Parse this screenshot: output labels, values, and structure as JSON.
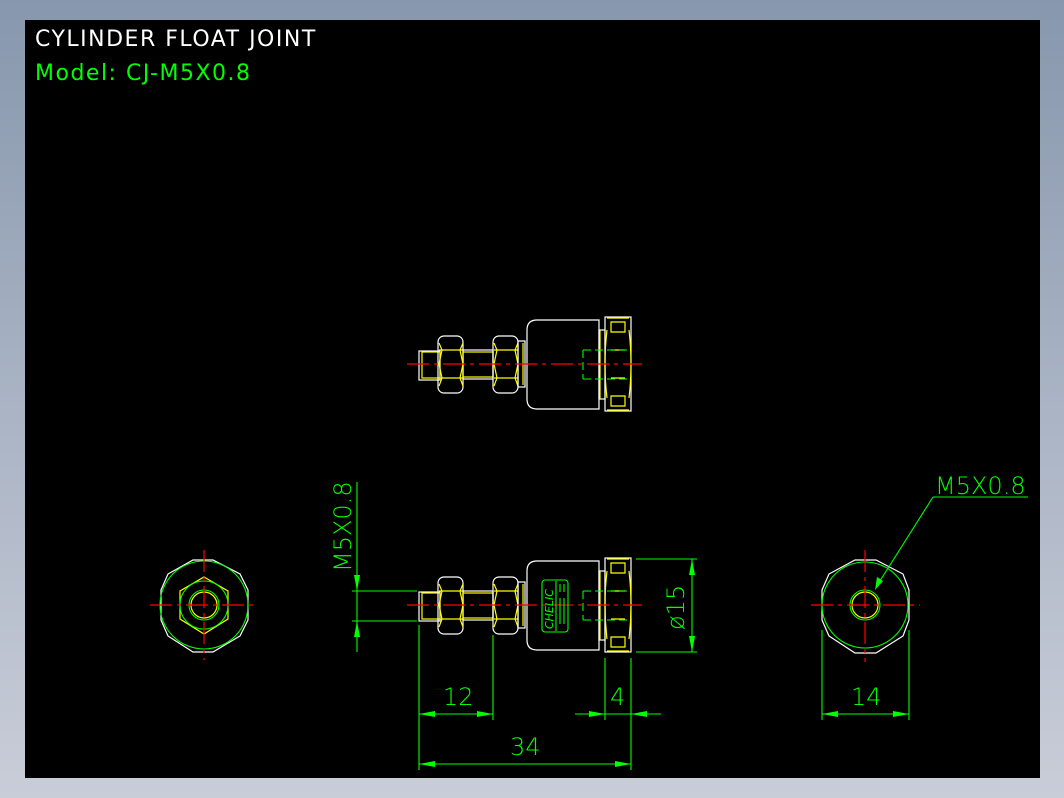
{
  "drawing": {
    "title": "CYLINDER FLOAT JOINT",
    "model": "Model:  CJ-M5X0.8",
    "brand_label": "CHELIC"
  },
  "dimensions": {
    "thread_side": "M5X0.8",
    "length_12": "12",
    "length_4": "4",
    "length_34": "34",
    "diameter": "ø15",
    "width_14": "14",
    "thread_callout": "M5X0.8"
  },
  "colors": {
    "background": "#000000",
    "outline": "#ffffff",
    "detail": "#ffff00",
    "dimension": "#00ff00",
    "centerline": "#ff0000"
  }
}
